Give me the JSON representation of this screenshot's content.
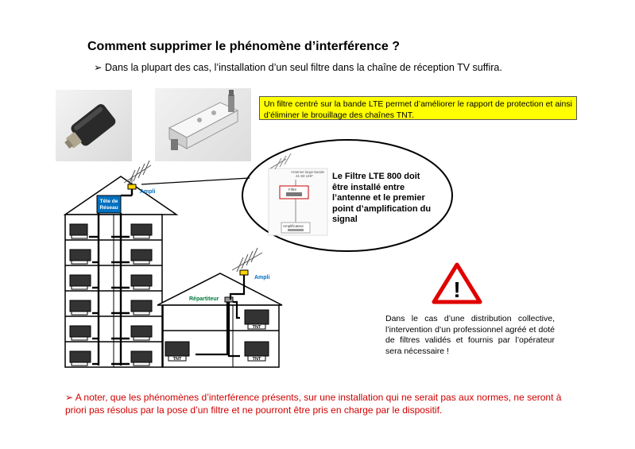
{
  "title": "Comment supprimer le phénomène d’interférence ?",
  "intro": {
    "arrow": "➢",
    "text": "Dans la plupart des cas, l’installation d’un seul filtre dans la chaîne de réception TV suffira."
  },
  "callout_box": {
    "text": "Un filtre centré sur la bande LTE permet d’améliorer le rapport de protection et ainsi d’éliminer le brouillage des chaînes TNT.",
    "background": "#ffff00"
  },
  "ellipse": {
    "antenna_label_line1": "Antenne large-bande",
    "antenna_label_line2": "21-60 UHF",
    "filter_label": "Filtre",
    "amplifier_label": "Amplificateur",
    "text": "Le Filtre LTE 800 doit être installé entre l’antenne et le premier point d’amplification du signal"
  },
  "building": {
    "head_end_line1": "Tête de",
    "head_end_line2": "Réseau",
    "ampli": "Ampli"
  },
  "house": {
    "ampli": "Ampli",
    "splitter": "Répartiteur",
    "tv_label": "TNT"
  },
  "warning": {
    "symbol": "!",
    "text": "Dans le cas d’une distribution collective, l’intervention d’un professionnel agréé et doté de filtres validés et fournis par l’opérateur sera nécessaire !"
  },
  "note": {
    "arrow": "➢",
    "text": "A noter, que les phénomènes d’interférence présents, sur une installation qui ne serait pas aux normes, ne seront à priori pas résolus par la pose d’un filtre et ne pourront être pris en charge par le dispositif."
  },
  "colors": {
    "note": "#d10000",
    "highlight": "#ffff00",
    "ampli": "#0070c0",
    "head_end": "#0070c0",
    "warning": "#e00000"
  }
}
